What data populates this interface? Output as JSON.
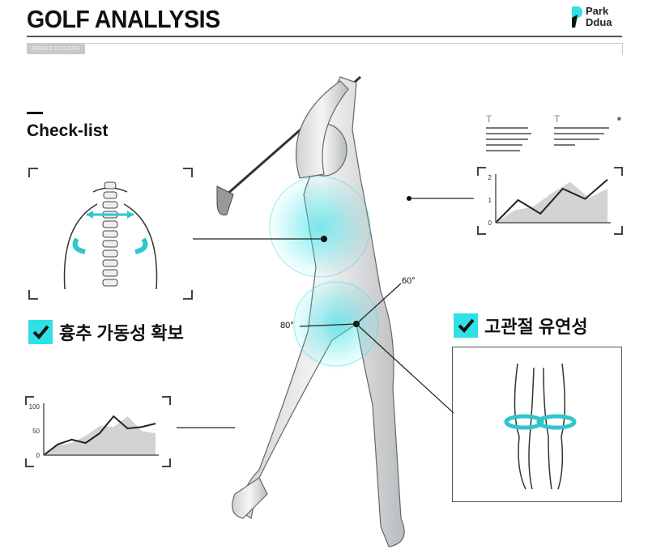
{
  "header": {
    "title": "GOLF ANALLYSIS",
    "brand_colors_label": "BRAND COLORS",
    "logo_text_line1": "Park",
    "logo_text_line2": "Ddua",
    "accent_color": "#2fe0e6"
  },
  "checklist": {
    "heading": "Check-list",
    "items": [
      {
        "label": "흉추 가동성 확보",
        "checked": true,
        "icon": "spine-rotation-icon"
      },
      {
        "label": "고관절 유연성",
        "checked": true,
        "icon": "hip-rotation-legs-icon"
      }
    ]
  },
  "angles": {
    "upper": "60°",
    "left": "80°"
  },
  "text_blocks": [
    {
      "heading": "T"
    },
    {
      "heading": "T",
      "icon": "lock-icon"
    }
  ],
  "chart_data": [
    {
      "type": "line",
      "yticks": [
        "0",
        "1",
        "2"
      ],
      "ylim": [
        0,
        2
      ],
      "series": [
        {
          "kind": "line",
          "values": [
            0,
            1.0,
            0.4,
            1.5,
            1.05,
            1.9
          ]
        },
        {
          "kind": "area",
          "values": [
            0,
            0.55,
            0.7,
            1.3,
            1.8,
            1.1,
            1.5
          ]
        }
      ]
    },
    {
      "type": "line",
      "yticks": [
        "0",
        "50",
        "100"
      ],
      "ylim": [
        0,
        100
      ],
      "series": [
        {
          "kind": "line",
          "values": [
            0,
            22,
            32,
            25,
            45,
            80,
            55,
            58,
            65
          ]
        },
        {
          "kind": "area",
          "values": [
            0,
            20,
            25,
            40,
            60,
            58,
            80,
            50,
            45
          ]
        }
      ]
    }
  ]
}
